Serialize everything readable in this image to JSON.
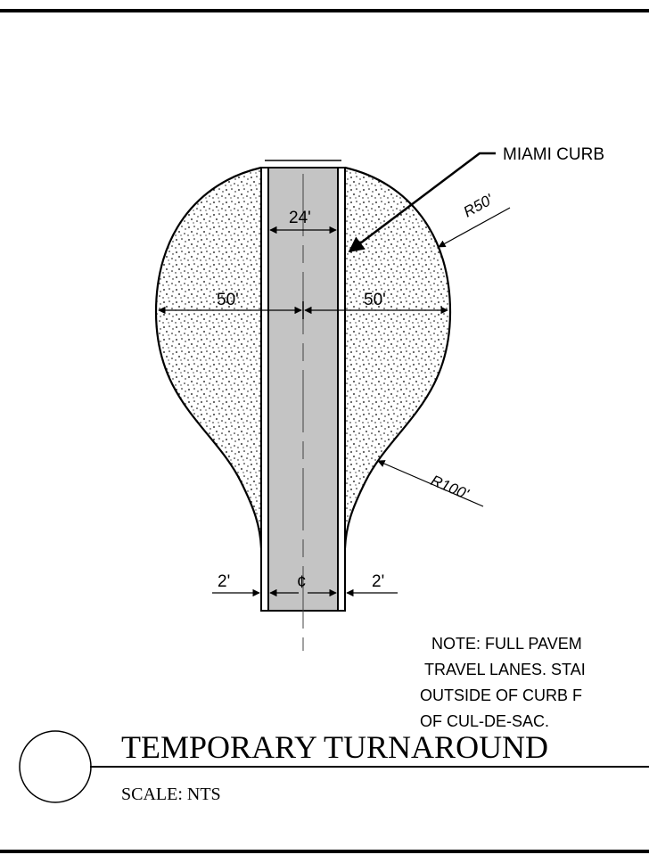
{
  "callout": {
    "label": "MIAMI CURB"
  },
  "dimensions": {
    "pavement_width": "24'",
    "radius_top": "R50'",
    "radius_lower": "R100'",
    "left_half": "50'",
    "right_half": "50'",
    "left_curb": "2'",
    "right_curb": "2'",
    "centerline_symbol": "¢"
  },
  "note": {
    "lines": [
      "NOTE:  FULL PAVEM",
      "TRAVEL LANES. STAI",
      "OUTSIDE OF CURB F",
      "OF CUL-DE-SAC."
    ]
  },
  "title_block": {
    "title": "TEMPORARY TURNAROUND",
    "scale": "SCALE:   NTS"
  }
}
